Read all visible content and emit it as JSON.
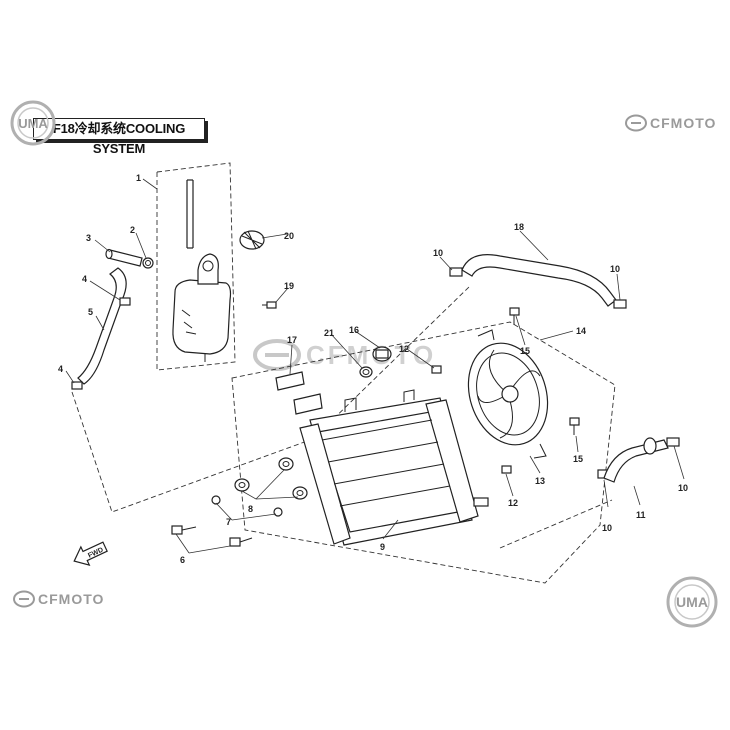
{
  "title": "F18冷却系统COOLING SYSTEM",
  "brands": {
    "top_right": "CFMOTO",
    "bottom_left": "CFMOTO",
    "watermark_center": "CFMOTO"
  },
  "fwd_label": "FWD",
  "callouts": [
    {
      "id": "c1",
      "label": "1"
    },
    {
      "id": "c2",
      "label": "2"
    },
    {
      "id": "c3",
      "label": "3"
    },
    {
      "id": "c4a",
      "label": "4"
    },
    {
      "id": "c4b",
      "label": "4"
    },
    {
      "id": "c5",
      "label": "5"
    },
    {
      "id": "c6",
      "label": "6"
    },
    {
      "id": "c7",
      "label": "7"
    },
    {
      "id": "c8",
      "label": "8"
    },
    {
      "id": "c9",
      "label": "9"
    },
    {
      "id": "c10a",
      "label": "10"
    },
    {
      "id": "c10b",
      "label": "10"
    },
    {
      "id": "c10c",
      "label": "10"
    },
    {
      "id": "c10d",
      "label": "10"
    },
    {
      "id": "c11",
      "label": "11"
    },
    {
      "id": "c12a",
      "label": "12"
    },
    {
      "id": "c12b",
      "label": "12"
    },
    {
      "id": "c13",
      "label": "13"
    },
    {
      "id": "c14",
      "label": "14"
    },
    {
      "id": "c15a",
      "label": "15"
    },
    {
      "id": "c15b",
      "label": "15"
    },
    {
      "id": "c16",
      "label": "16"
    },
    {
      "id": "c17",
      "label": "17"
    },
    {
      "id": "c18",
      "label": "18"
    },
    {
      "id": "c19",
      "label": "19"
    },
    {
      "id": "c20",
      "label": "20"
    },
    {
      "id": "c21",
      "label": "21"
    }
  ],
  "colors": {
    "line": "#222222",
    "brand_gray": "#9a9a9a",
    "background": "#ffffff"
  }
}
